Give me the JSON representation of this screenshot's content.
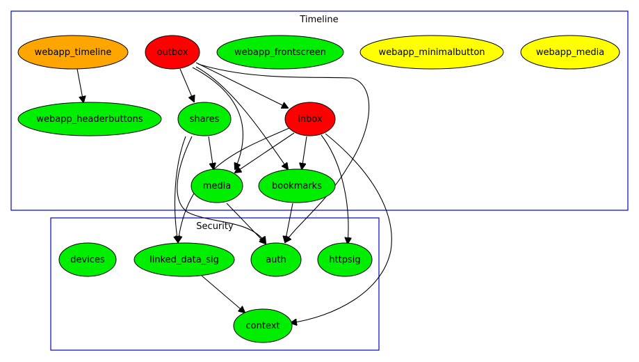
{
  "colors": {
    "green": "#00ee00",
    "red": "#ff0000",
    "orange": "#ffa500",
    "yellow": "#ffff00",
    "cluster_border": "#0000cc"
  },
  "clusters": {
    "timeline": {
      "label": "Timeline"
    },
    "security": {
      "label": "Security"
    }
  },
  "nodes": {
    "webapp_timeline": {
      "label": "webapp_timeline",
      "color": "orange"
    },
    "outbox": {
      "label": "outbox",
      "color": "red"
    },
    "webapp_frontscreen": {
      "label": "webapp_frontscreen",
      "color": "green"
    },
    "webapp_minimalbutton": {
      "label": "webapp_minimalbutton",
      "color": "yellow"
    },
    "webapp_media": {
      "label": "webapp_media",
      "color": "yellow"
    },
    "webapp_headerbuttons": {
      "label": "webapp_headerbuttons",
      "color": "green"
    },
    "shares": {
      "label": "shares",
      "color": "green"
    },
    "inbox": {
      "label": "inbox",
      "color": "red"
    },
    "media": {
      "label": "media",
      "color": "green"
    },
    "bookmarks": {
      "label": "bookmarks",
      "color": "green"
    },
    "devices": {
      "label": "devices",
      "color": "green"
    },
    "linked_data_sig": {
      "label": "linked_data_sig",
      "color": "green"
    },
    "auth": {
      "label": "auth",
      "color": "green"
    },
    "httpsig": {
      "label": "httpsig",
      "color": "green"
    },
    "context": {
      "label": "context",
      "color": "green"
    }
  },
  "edges": [
    {
      "from": "webapp_timeline",
      "to": "webapp_headerbuttons"
    },
    {
      "from": "outbox",
      "to": "shares"
    },
    {
      "from": "outbox",
      "to": "inbox"
    },
    {
      "from": "outbox",
      "to": "media"
    },
    {
      "from": "outbox",
      "to": "bookmarks"
    },
    {
      "from": "outbox",
      "to": "auth"
    },
    {
      "from": "shares",
      "to": "media"
    },
    {
      "from": "shares",
      "to": "auth"
    },
    {
      "from": "shares",
      "to": "linked_data_sig"
    },
    {
      "from": "inbox",
      "to": "media"
    },
    {
      "from": "inbox",
      "to": "bookmarks"
    },
    {
      "from": "inbox",
      "to": "linked_data_sig"
    },
    {
      "from": "inbox",
      "to": "httpsig"
    },
    {
      "from": "inbox",
      "to": "context"
    },
    {
      "from": "media",
      "to": "auth"
    },
    {
      "from": "bookmarks",
      "to": "auth"
    },
    {
      "from": "linked_data_sig",
      "to": "context"
    }
  ]
}
